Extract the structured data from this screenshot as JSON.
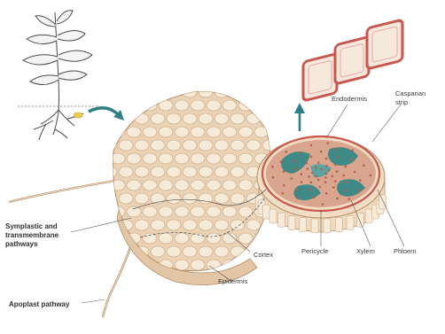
{
  "diagram": {
    "labels": {
      "endodermis": "Endodermis",
      "casparian_line1": "Casparian",
      "casparian_line2": "strip",
      "cortex": "Cortex",
      "epidermis": "Epidermis",
      "pericycle": "Pericycle",
      "xylem": "Xylem",
      "phloem": "Phloem",
      "symplastic_line1": "Symplastic and",
      "symplastic_line2": "transmembrane",
      "symplastic_line3": "pathways",
      "apoplast": "Apoplast pathway"
    },
    "colors": {
      "cell_fill": "#f6ead8",
      "cell_wall": "#c9a27c",
      "tissue_base": "#ead2b6",
      "endodermis_red": "#c9574d",
      "stele_teal": "#3f8a86",
      "arrow_teal": "#2f7f86",
      "plant_line": "#4a4a4a"
    },
    "icons": [
      "plant-icon",
      "curved-arrow-icon",
      "up-arrow-icon"
    ]
  }
}
